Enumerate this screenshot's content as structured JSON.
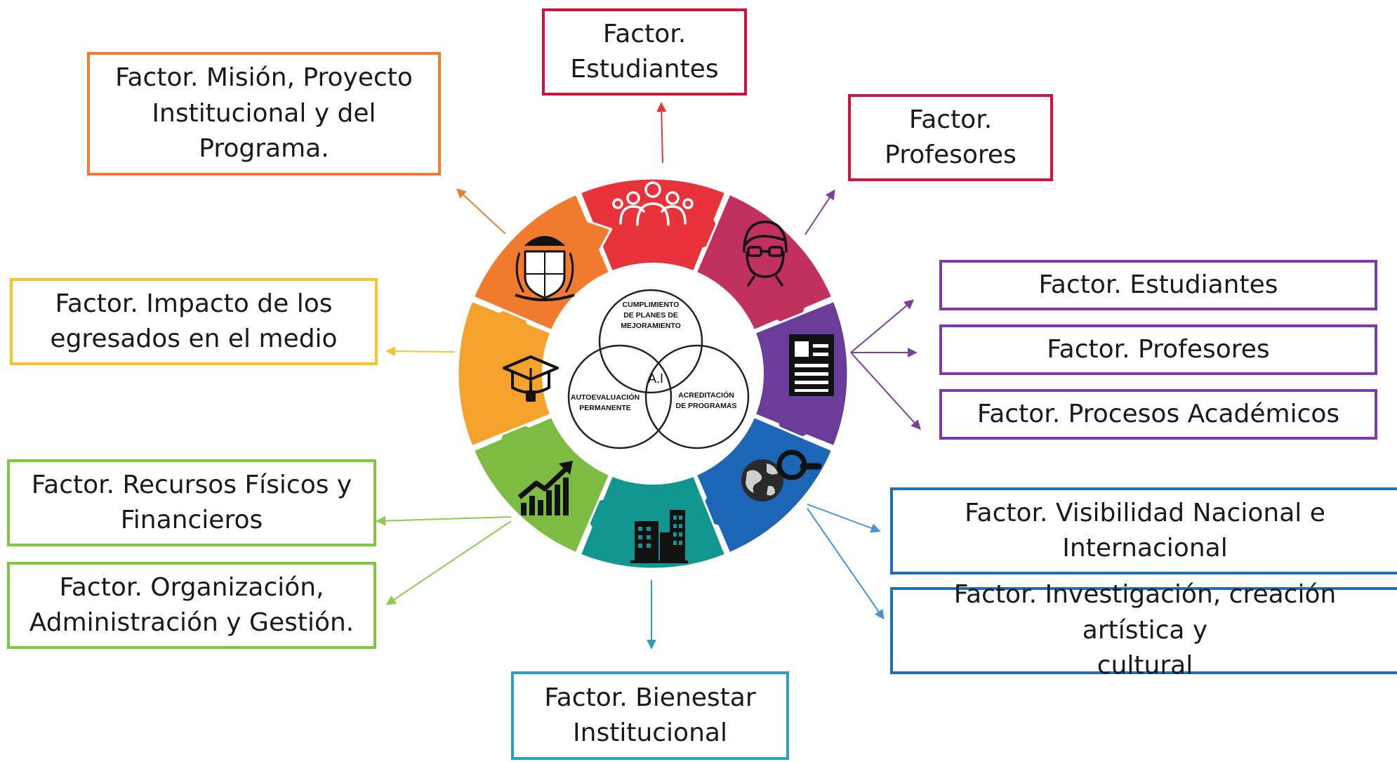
{
  "colors": {
    "red": "#E8333A",
    "magenta": "#C2305F",
    "purple": "#6A3D98",
    "blue": "#1C66B5",
    "teal": "#119790",
    "green": "#7DBB42",
    "yellow": "#F5A22D",
    "orange": "#F07A2E",
    "crimson": "#C8163F",
    "purple_border": "#7C3DA3",
    "blue_border": "#1E6FB5",
    "teal_border": "#2C9FC1",
    "green_border": "#7FC443",
    "yellow_border": "#F5C32E",
    "orange_border": "#EF7E32"
  },
  "center": {
    "venn": [
      {
        "line1": "CUMPLIMIENTO",
        "line2": "DE PLANES DE",
        "line3": "MEJORAMIENTO"
      },
      {
        "line1": "AUTOEVALUACIÓN",
        "line2": "PERMANENTE"
      },
      {
        "line1": "ACREDITACIÓN",
        "line2": "DE PROGRAMAS"
      }
    ],
    "core_label": "A.I"
  },
  "segments": [
    {
      "name": "students",
      "icon": "people-group-icon"
    },
    {
      "name": "professors",
      "icon": "professor-face-icon"
    },
    {
      "name": "academic",
      "icon": "document-icon"
    },
    {
      "name": "visibility",
      "icon": "globe-search-icon"
    },
    {
      "name": "welfare",
      "icon": "buildings-icon"
    },
    {
      "name": "resources",
      "icon": "growth-chart-icon"
    },
    {
      "name": "graduates",
      "icon": "graduation-cap-icon"
    },
    {
      "name": "mission",
      "icon": "coat-of-arms-icon"
    }
  ],
  "boxes": {
    "estudiantes_top": "Factor.\nEstudiantes",
    "mision": "Factor. Misión, Proyecto\nInstitucional y del\nPrograma.",
    "profesores_top": "Factor.\nProfesores",
    "estudiantes_right": "Factor. Estudiantes",
    "profesores_right": "Factor. Profesores",
    "procesos": "Factor. Procesos Académicos",
    "impacto": "Factor. Impacto de los\negresados en el medio",
    "recursos": "Factor. Recursos Físicos y\nFinancieros",
    "organizacion": "Factor. Organización,\nAdministración y Gestión.",
    "visibilidad": "Factor. Visibilidad Nacional e\nInternacional",
    "investigacion": "Factor. Investigación, creación artística y\ncultural",
    "bienestar": "Factor. Bienestar\nInstitucional"
  }
}
